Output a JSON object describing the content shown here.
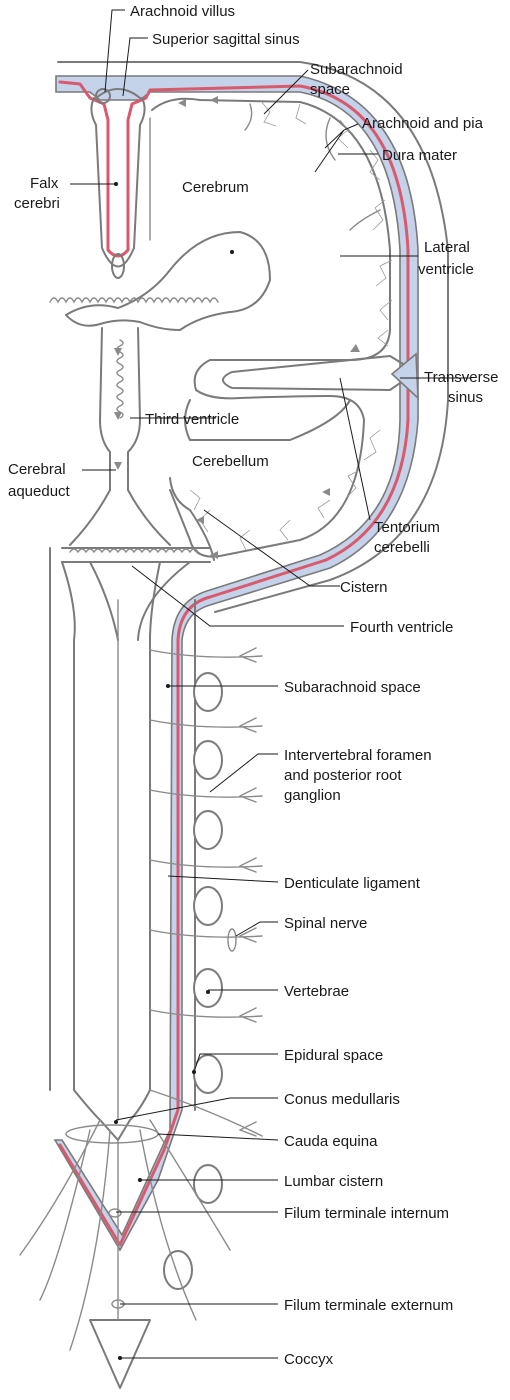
{
  "labels": {
    "arachnoid_villus": "Arachnoid villus",
    "superior_sagittal_sinus": "Superior sagittal sinus",
    "subarachnoid_space_top_1": "Subarachnoid",
    "subarachnoid_space_top_2": "space",
    "arachnoid_and_pia": "Arachnoid and pia",
    "dura_mater": "Dura mater",
    "falx_1": "Falx",
    "falx_2": "cerebri",
    "cerebrum": "Cerebrum",
    "lateral_ventricle_1": "Lateral",
    "lateral_ventricle_2": "ventricle",
    "transverse_sinus_1": "Transverse",
    "transverse_sinus_2": "sinus",
    "third_ventricle": "Third ventricle",
    "cerebral_aqueduct_1": "Cerebral",
    "cerebral_aqueduct_2": "aqueduct",
    "cerebellum": "Cerebellum",
    "tentorium_1": "Tentorium",
    "tentorium_2": "cerebelli",
    "cistern": "Cistern",
    "fourth_ventricle": "Fourth ventricle",
    "subarachnoid_space": "Subarachnoid space",
    "intervertebral_1": "Intervertebral foramen",
    "intervertebral_2": "and posterior root",
    "intervertebral_3": "ganglion",
    "denticulate_ligament": "Denticulate ligament",
    "spinal_nerve": "Spinal nerve",
    "vertebrae": "Vertebrae",
    "epidural_space": "Epidural space",
    "conus_medullaris": "Conus medullaris",
    "cauda_equina": "Cauda equina",
    "lumbar_cistern": "Lumbar cistern",
    "filum_internum": "Filum terminale internum",
    "filum_externum": "Filum terminale externum",
    "coccyx": "Coccyx"
  },
  "colors": {
    "dura_fill": "#c4d2ea",
    "pia_red": "#d85a6c",
    "structure_gray": "#7a7a7a",
    "text": "#1a1a1a"
  }
}
